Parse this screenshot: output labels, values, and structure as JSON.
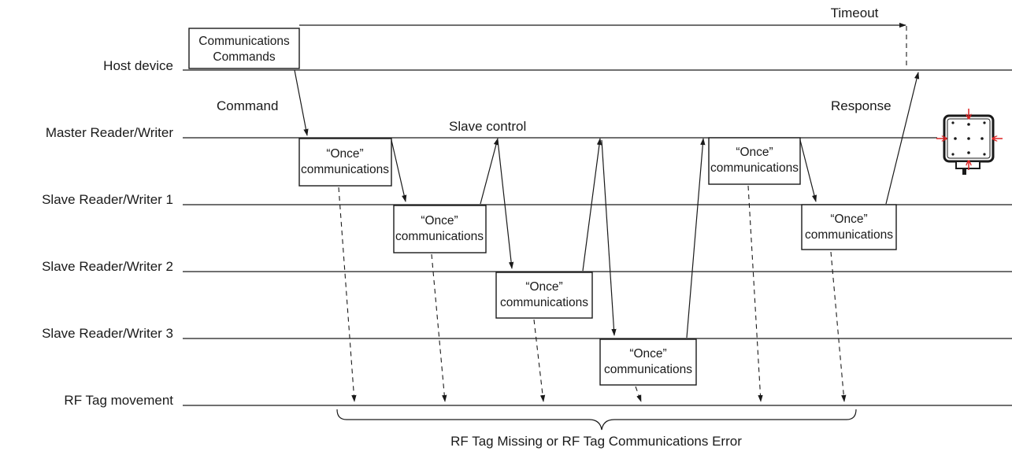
{
  "lanes": {
    "host": "Host device",
    "master": "Master Reader/Writer",
    "slave1": "Slave Reader/Writer 1",
    "slave2": "Slave Reader/Writer 2",
    "slave3": "Slave Reader/Writer 3",
    "tag": "RF Tag movement"
  },
  "host_box": {
    "line1": "Communications",
    "line2": "Commands"
  },
  "once_box": {
    "line1": "“Once”",
    "line2": "communications"
  },
  "annotations": {
    "timeout": "Timeout",
    "command": "Command",
    "response": "Response",
    "slave_control": "Slave control"
  },
  "bottom_label": "RF Tag Missing or RF Tag Communications Error",
  "device_icon": "reader-writer-device-icon"
}
